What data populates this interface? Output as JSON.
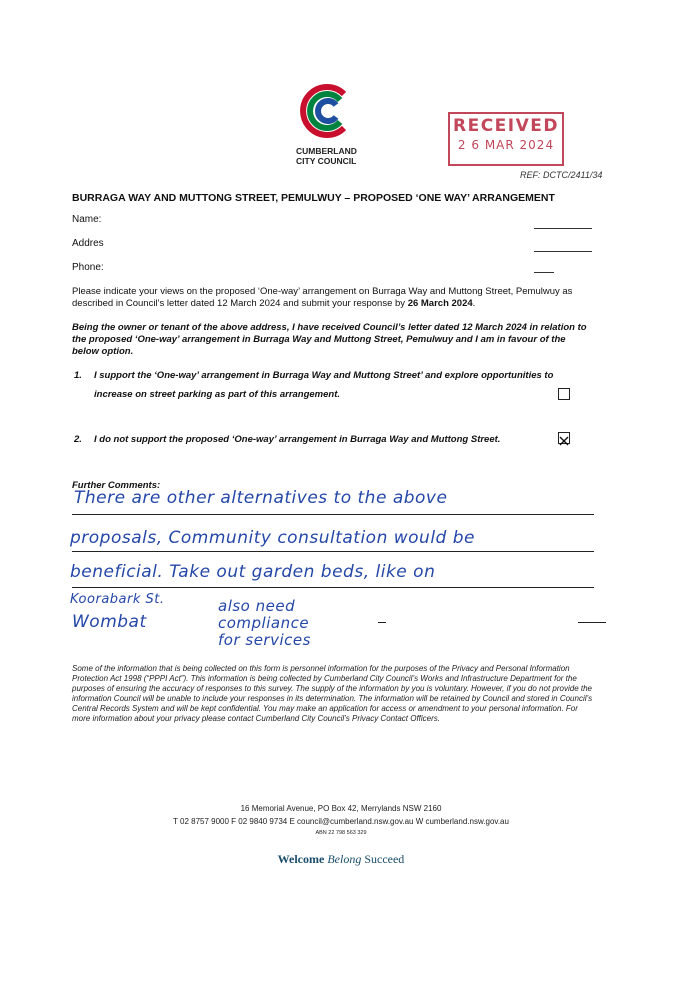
{
  "header": {
    "org_line1": "CUMBERLAND",
    "org_line2": "CITY COUNCIL",
    "stamp_received": "RECEIVED",
    "stamp_date": "2 6 MAR 2024",
    "ref": "REF: DCTC/2411/34",
    "brand_colors": [
      "#c8102e",
      "#00833e",
      "#1e4fa0"
    ],
    "stamp_color": "#c2475a"
  },
  "title": "BURRAGA WAY AND MUTTONG STREET, PEMULWUY – PROPOSED ‘ONE WAY’ ARRANGEMENT",
  "fields": {
    "name_label": "Name:",
    "address_label": "Addres",
    "phone_label": "Phone:"
  },
  "intro": {
    "text": "Please indicate your views on the proposed ‘One-way’ arrangement on Burraga Way and Muttong Street, Pemulwuy as described in Council’s letter dated 12 March 2024 and submit your response by ",
    "deadline": "26 March 2024",
    "end": "."
  },
  "declaration": "Being the owner or tenant of the above address, I have received Council’s letter dated 12 March 2024 in relation to the proposed ‘One-way’ arrangement in Burraga Way and Muttong Street, Pemulwuy and I am in favour of the below option.",
  "options": [
    {
      "number": "1.",
      "line1": "I support the ‘One-way’ arrangement in Burraga Way and Muttong Street’ and explore opportunities to",
      "line2": "increase on street parking as part of this arrangement.",
      "checked": false
    },
    {
      "number": "2.",
      "line1": "I do not support the proposed ‘One-way’ arrangement in Burraga Way and Muttong Street.",
      "checked": true
    }
  ],
  "comments": {
    "label": "Further Comments:",
    "handwriting": [
      "There are other alternatives to the above",
      "proposals, Community consultation would be",
      "beneficial. Take out garden beds, like on",
      "Koorabark St.",
      "Wombat"
    ],
    "side_note": [
      "also need",
      "compliance",
      "for services"
    ]
  },
  "privacy": "Some of the information that is being collected on this form is personnel information for the purposes of the Privacy and Personal Information Protection Act 1998 (“PPPI Act”). This information is being collected by Cumberland City Council’s Works and Infrastructure Department for the purposes of ensuring the accuracy of responses to this survey. The supply of the information by you is voluntary. However, if you do not provide the information Council will be unable to include your responses in its determination. The information will be retained by Council and stored in Council’s Central Records System and will be kept confidential. You may make an application for access or amendment to your personal information. For more information about your privacy please contact Cumberland City Council’s Privacy Contact Officers.",
  "footer": {
    "address": "16 Memorial Avenue, PO Box 42, Merrylands NSW 2160",
    "contacts": "T 02 8757 9000   F 02 9840 9734   E council@cumberland.nsw.gov.au   W cumberland.nsw.gov.au",
    "abn": "ABN 22 798 563 329",
    "tagline_1": "Welcome ",
    "tagline_2": "Belong",
    "tagline_3": " Succeed"
  }
}
